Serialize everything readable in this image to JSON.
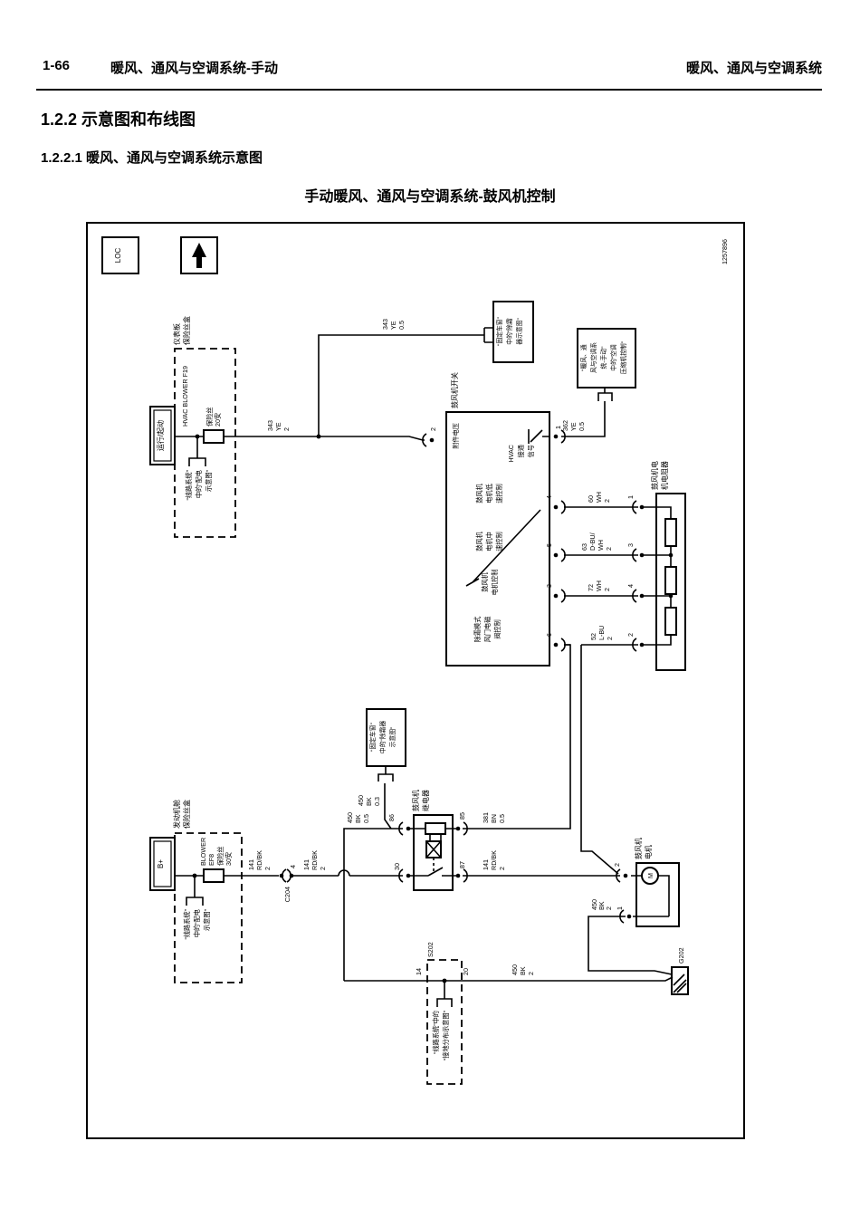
{
  "page": {
    "number": "1-66",
    "header_left": "暖风、通风与空调系统-手动",
    "header_right": "暖风、通风与空调系统",
    "section_title": "1.2.2 示意图和布线图",
    "subsection_title": "1.2.2.1 暖风、通风与空调系统示意图",
    "diagram_title": "手动暖风、通风与空调系统-鼓风机控制",
    "figure_number": "1257896"
  },
  "icons": {
    "loc": "LOC",
    "up_arrow": "up-arrow"
  },
  "components": {
    "run_start": "运行/起动",
    "bplus": "B+",
    "ip_fusebox": [
      "仪表板",
      "保险丝盒"
    ],
    "fuse_f19": [
      "HVAC BLOWER F19",
      "保险丝",
      "20安"
    ],
    "pd_ref_top": [
      "“线路系统”",
      "中的“配电",
      "示意图”"
    ],
    "pd_ref_bot": [
      "“线路系统”",
      "中的“配电",
      "示意图”"
    ],
    "defog_ref_top": [
      "“固定车窗”",
      "中的“除霜",
      "器示意图”"
    ],
    "defog_ref_bot": [
      "“固定车窗”",
      "中的“除霜器",
      "示意图”"
    ],
    "ac_ref": [
      "“暖风、通",
      "风与空调系",
      "统-手动”",
      "中的“空调",
      "压缩机控制”"
    ],
    "ground_ref": [
      "“线路系统”中的",
      "“接地分布示意图”"
    ],
    "blower_switch": "鼓风机开关",
    "acc_voltage": "附件电压",
    "hvac_on": [
      "HVAC",
      "接通",
      "信号"
    ],
    "sw_low": [
      "鼓风机",
      "电机低",
      "速控制"
    ],
    "sw_mid": [
      "鼓风机",
      "电机中",
      "速控制"
    ],
    "sw_ctrl": [
      "鼓风机",
      "电机控制"
    ],
    "sw_defrost": [
      "除霜模式",
      "风门电磁",
      "阀控制"
    ],
    "resistor": [
      "鼓风机电",
      "机电阻器"
    ],
    "relay": [
      "鼓风机",
      "继电器"
    ],
    "eng_fusebox": [
      "发动机舱",
      "保险丝盒"
    ],
    "fuse_ef8": [
      "BLOWER",
      "EF8",
      "保险丝",
      "30安"
    ],
    "motor": [
      "鼓风机",
      "电机"
    ],
    "motor_m": "M",
    "g202": "G202",
    "s202": "S202",
    "c204": "C204"
  },
  "wires": {
    "w343_2": [
      "343",
      "YE",
      "2"
    ],
    "w343_05": [
      "343",
      "YE",
      "0.5"
    ],
    "w362": [
      "362",
      "YE",
      "0.5"
    ],
    "w60": [
      "60",
      "WH",
      "2"
    ],
    "w63": [
      "63",
      "D-BU/",
      "WH",
      "2"
    ],
    "w72": [
      "72",
      "WH",
      "2"
    ],
    "w52": [
      "52",
      "L-BU",
      "2"
    ],
    "w381": [
      "381",
      "BN",
      "0.5"
    ],
    "w450_05": [
      "450",
      "BK",
      "0.5"
    ],
    "w450_03": [
      "450",
      "BK",
      "0.3"
    ],
    "w141_a": [
      "141",
      "RD/BK",
      "2"
    ],
    "w141_b": [
      "141",
      "RD/BK",
      "2"
    ],
    "w141_c": [
      "141",
      "RD/BK",
      "2"
    ],
    "w450_2a": [
      "450",
      "BK",
      "2"
    ],
    "w450_2b": [
      "450",
      "BK",
      "2"
    ]
  },
  "pins": {
    "sw2": "2",
    "sw1": "1",
    "sw4": "4",
    "sw5": "5",
    "sw3": "3",
    "sw6": "6",
    "res1": "1",
    "res3": "3",
    "res4": "4",
    "res2": "2",
    "rly86": "86",
    "rly85": "85",
    "rly30": "30",
    "rly87": "87",
    "c204_4": "4",
    "mot2": "2",
    "mot1": "1",
    "s202_14": "14",
    "s202_20": "20"
  }
}
